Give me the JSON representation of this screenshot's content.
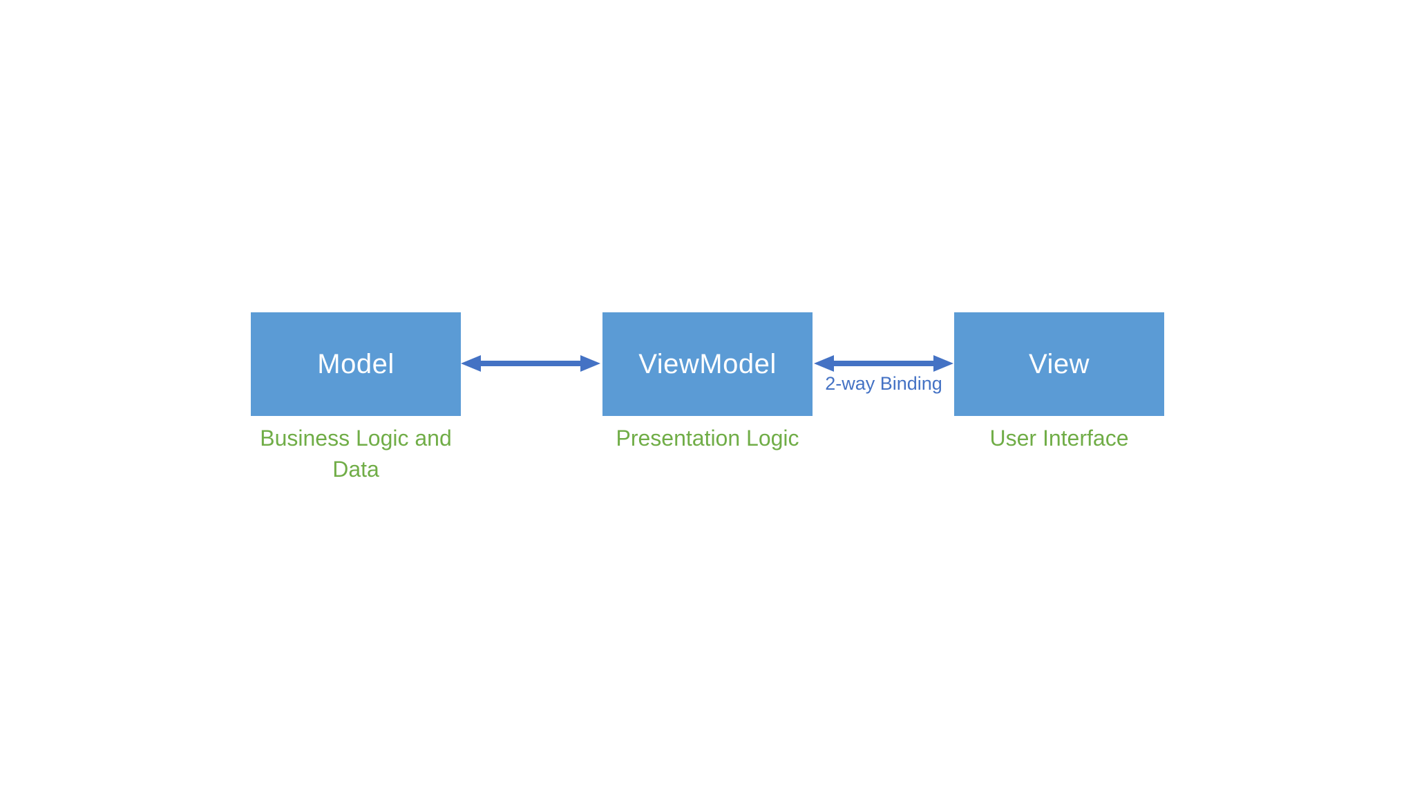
{
  "diagram": {
    "kind": "mvvm-architecture",
    "nodes": [
      {
        "title": "Model",
        "caption": "Business Logic and Data"
      },
      {
        "title": "ViewModel",
        "caption": "Presentation Logic"
      },
      {
        "title": "View",
        "caption": "User Interface"
      }
    ],
    "connectors": [
      {
        "type": "double-arrow",
        "between": [
          "Model",
          "ViewModel"
        ],
        "label": ""
      },
      {
        "type": "double-arrow",
        "between": [
          "ViewModel",
          "View"
        ],
        "label": "2-way Binding"
      }
    ],
    "colors": {
      "node_fill": "#5B9BD5",
      "node_text": "#FFFFFF",
      "arrow": "#4472C4",
      "connector_label": "#4472C4",
      "caption_text": "#70AD47",
      "background": "#FFFFFF"
    }
  }
}
